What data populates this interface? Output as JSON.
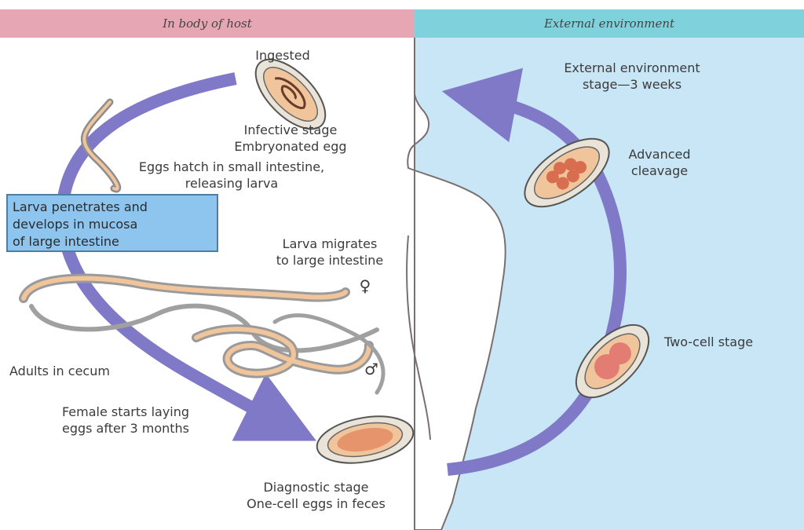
{
  "header": {
    "left": "In body of host",
    "right": "External environment"
  },
  "labels": {
    "ingested": "Ingested",
    "external_stage": "External environment\nstage—3 weeks",
    "infective": "Infective stage\nEmbryonated egg",
    "hatch": "Eggs hatch in small intestine,\nreleasing larva",
    "advanced": "Advanced\ncleavage",
    "penetrates": "Larva penetrates and\ndevelops in mucosa\nof large intestine",
    "migrates": "Larva migrates\nto large intestine",
    "adults": "Adults in cecum",
    "laying": "Female starts laying\neggs after 3 months",
    "two_cell": "Two-cell stage",
    "diagnostic": "Diagnostic stage\nOne-cell eggs in feces",
    "female_symbol": "♀",
    "male_symbol": "♂"
  },
  "colors": {
    "host_band": "#e7a6b3",
    "env_band": "#7fd2dc",
    "env_bg": "#c8e6f6",
    "arrow": "#7f79c7",
    "callout": "#8ec5ee"
  }
}
